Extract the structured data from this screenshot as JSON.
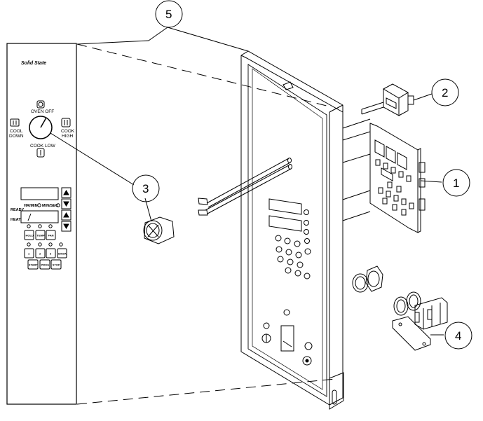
{
  "brand": "Solid State",
  "dial_labels": {
    "oven_off": "OVEN OFF",
    "cool_down": [
      "COOL",
      "DOWN"
    ],
    "cook_high": [
      "COOK",
      "HIGH"
    ],
    "cook_low": "COOK LOW"
  },
  "display_labels": {
    "hr_min": "HR/MIN",
    "min_sec": "MIN/SEC",
    "ready": "READY",
    "heat": "HEAT"
  },
  "buttons": {
    "row1": [
      "HOLD",
      "TEMP",
      "FAN"
    ],
    "row2": [
      "1",
      "2",
      "3",
      "SHOW"
    ],
    "row3": [
      "START",
      "PROG",
      "STOP"
    ]
  },
  "callouts": [
    "1",
    "2",
    "3",
    "4",
    "5"
  ]
}
